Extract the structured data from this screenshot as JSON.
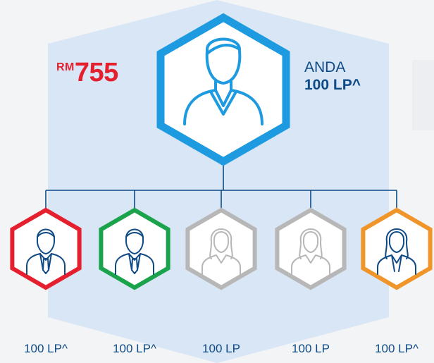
{
  "main_node": {
    "price_currency": "RM",
    "price_amount": "755",
    "label": "ANDA",
    "points": "100 LP^",
    "border_color": "#1e9be0",
    "icon": "male-person-icon"
  },
  "children": [
    {
      "points": "100 LP^",
      "border_color": "#e5202e",
      "icon": "businessman-icon",
      "active": true
    },
    {
      "points": "100 LP^",
      "border_color": "#1aa34a",
      "icon": "businessman-icon",
      "active": true
    },
    {
      "points": "100 LP",
      "border_color": "#b7b7b7",
      "icon": "female-person-icon",
      "active": false
    },
    {
      "points": "100 LP",
      "border_color": "#b7b7b7",
      "icon": "female-person-icon",
      "active": false
    },
    {
      "points": "100 LP^",
      "border_color": "#f0952a",
      "icon": "businesswoman-icon",
      "active": true
    }
  ],
  "colors": {
    "panel": "#d8e6f6",
    "connector": "#0e4a86",
    "text": "#0e4a86",
    "price": "#e5202e"
  }
}
